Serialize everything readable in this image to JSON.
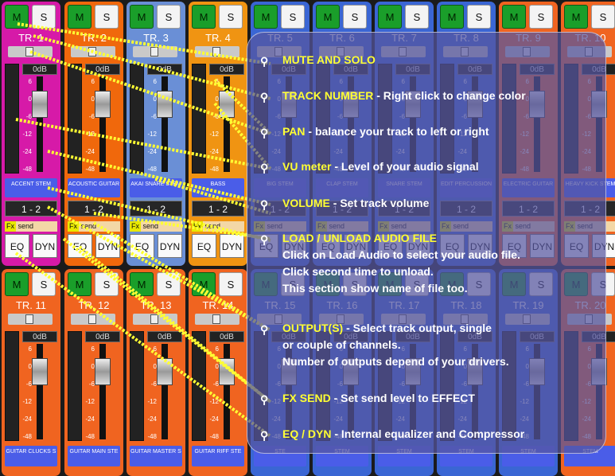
{
  "strips_top": [
    {
      "num": "TR. 1",
      "color": "#d61aa8",
      "load": "ACCENT STEM",
      "out": "1 - 2"
    },
    {
      "num": "TR. 2",
      "color": "#f0680c",
      "load": "ACOUSTIC GUITAR",
      "out": "1 - 2"
    },
    {
      "num": "TR. 3",
      "color": "#6a8fd6",
      "load": "AKAI SNARE STEM",
      "out": "1 - 2"
    },
    {
      "num": "TR. 4",
      "color": "#f09412",
      "load": "BASS",
      "out": "1 - 2"
    },
    {
      "num": "TR. 5",
      "color": "#3a66d4",
      "load": "BIG STEM",
      "out": "1 - 2"
    },
    {
      "num": "TR. 6",
      "color": "#3a66d4",
      "load": "CLAP STEM",
      "out": "1 - 2"
    },
    {
      "num": "TR. 7",
      "color": "#3a66d4",
      "load": "SNARE STEM",
      "out": "1 - 2"
    },
    {
      "num": "TR. 8",
      "color": "#3a66d4",
      "load": "EDIT PERCUSSION",
      "out": "1 - 2"
    },
    {
      "num": "TR. 9",
      "color": "#f06420",
      "load": "ELECTRIC GUITAR",
      "out": "1 - 2"
    },
    {
      "num": "TR. 10",
      "color": "#f06420",
      "load": "HEAVY KICK STEM",
      "out": "1 - 2"
    }
  ],
  "strips_bottom": [
    {
      "num": "TR. 11",
      "color": "#f06420",
      "load": "GUITAR CLUCKS S"
    },
    {
      "num": "TR. 12",
      "color": "#f06420",
      "load": "GUITAR MAIN STE"
    },
    {
      "num": "TR. 13",
      "color": "#f06420",
      "load": "GUITAR MASTER S"
    },
    {
      "num": "TR. 14",
      "color": "#f06420",
      "load": "GUITAR RIFF STE"
    },
    {
      "num": "TR. 15",
      "color": "#3a66d4",
      "load": "STE"
    },
    {
      "num": "TR. 16",
      "color": "#3a66d4",
      "load": "STEM"
    },
    {
      "num": "TR. 17",
      "color": "#3a66d4",
      "load": "STEM"
    },
    {
      "num": "TR. 18",
      "color": "#3a66d4",
      "load": "STEM"
    },
    {
      "num": "TR. 19",
      "color": "#3a66d4",
      "load": "STEM"
    },
    {
      "num": "TR. 20",
      "color": "#f06420",
      "load": "STEM"
    }
  ],
  "labels": {
    "mute": "M",
    "solo": "S",
    "db": "0dB",
    "fx_tag": "Fx",
    "fx_send": "send",
    "eq": "EQ",
    "dyn": "DYN",
    "scale": [
      "6",
      "0",
      "-6",
      "-12",
      "-24",
      "-48"
    ]
  },
  "help": [
    {
      "title": "MUTE AND SOLO",
      "desc": "",
      "lines": []
    },
    {
      "title": "TRACK NUMBER",
      "desc": " - Right click to change color",
      "lines": []
    },
    {
      "title": "PAN",
      "desc": " - balance your track to left or right",
      "lines": []
    },
    {
      "title": "VU meter",
      "desc": " - Level of your audio signal",
      "lines": []
    },
    {
      "title": "VOLUME",
      "desc": " - Set track volume",
      "lines": []
    },
    {
      "title": "LOAD / UNLOAD AUDIO FILE",
      "desc": "",
      "lines": [
        "Click on Load Audio to select your audio file.",
        "Click second time to unload.",
        "This section show name of file too."
      ]
    },
    {
      "title": "OUTPUT(S)",
      "desc": " - Select track output, single",
      "lines": [
        "or couple of channels.",
        "Number of outputs depend of your drivers."
      ]
    },
    {
      "title": "FX SEND",
      "desc": " - Set send level to EFFECT",
      "lines": []
    },
    {
      "title": "EQ / DYN",
      "desc": " - Internal equalizer and Compressor",
      "lines": []
    }
  ],
  "colors": {
    "highlight": "#ffff33",
    "overlay": "#5656a0"
  }
}
